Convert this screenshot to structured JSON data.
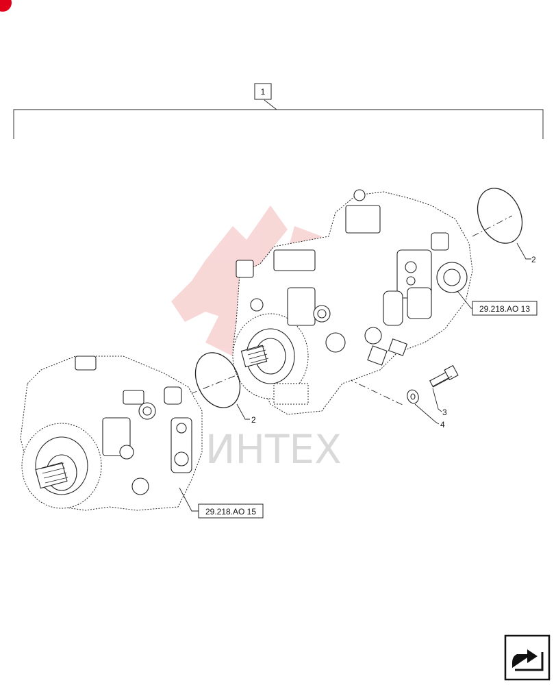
{
  "assembly_callout": "1",
  "callouts": {
    "oring_top": "2",
    "oring_mid": "2",
    "bolt": "3",
    "washer": "4"
  },
  "references": {
    "rear_pump": "29.218.AO 13",
    "front_pump": "29.218.AO 15"
  },
  "watermark": {
    "text": "ИНТЕХ",
    "color": "#e0001a"
  },
  "icons": {
    "corner_badge": "red-badge-icon",
    "nav": "next-page-arrow-icon"
  },
  "colors": {
    "line": "#222222",
    "watermark_logo": "#f3b8b8",
    "badge": "#e0001a"
  }
}
